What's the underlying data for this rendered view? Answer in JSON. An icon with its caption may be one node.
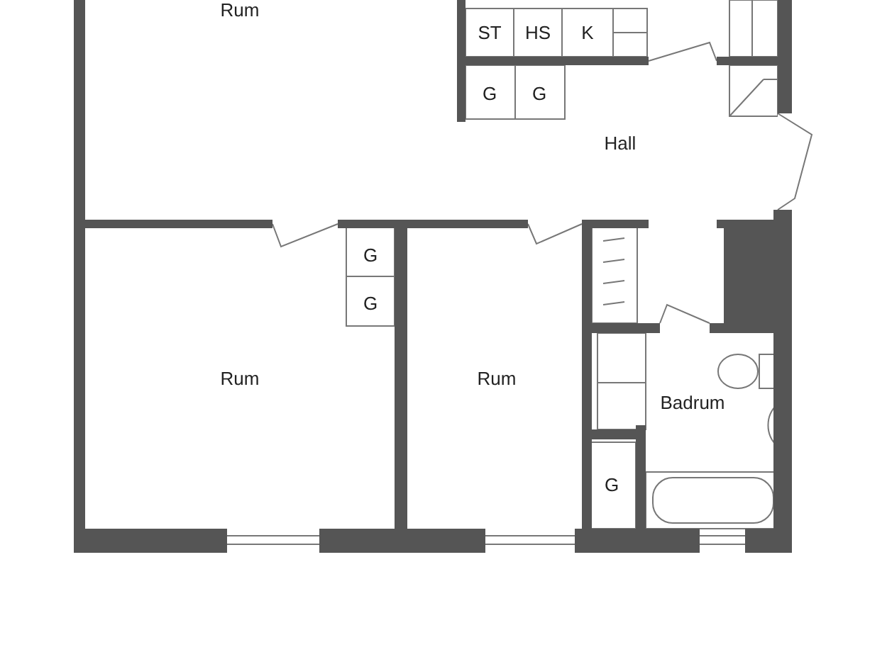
{
  "diagram": {
    "labels": [
      "Rum",
      "ST",
      "HS",
      "K",
      "G",
      "G",
      "Hall",
      "G",
      "G",
      "Rum",
      "Rum",
      "Badrum",
      "G"
    ]
  }
}
